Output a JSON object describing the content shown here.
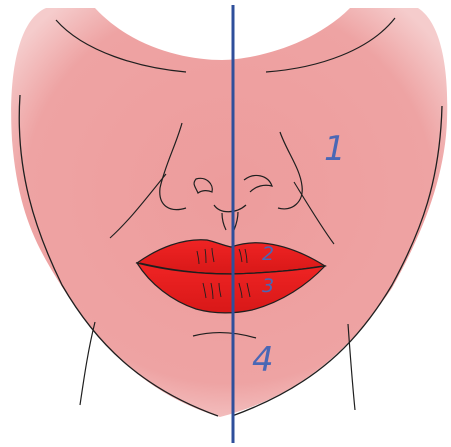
{
  "colors": {
    "background": "#ffffff",
    "skin_fill": "#eea3a3",
    "skin_edge": "#f3c4c4",
    "outline": "#1f1f1f",
    "lip_fill": "#ee1d1d",
    "lip_shade": "#c61515",
    "midline": "#2f4f9b",
    "label": "#4a67b5"
  },
  "labels": {
    "region_1": "1",
    "region_2": "2",
    "region_3": "3",
    "region_4": "4"
  },
  "icons": {
    "face": "face-outline-icon",
    "nose": "nose-icon",
    "lips": "lips-icon",
    "midline": "midline-icon"
  }
}
